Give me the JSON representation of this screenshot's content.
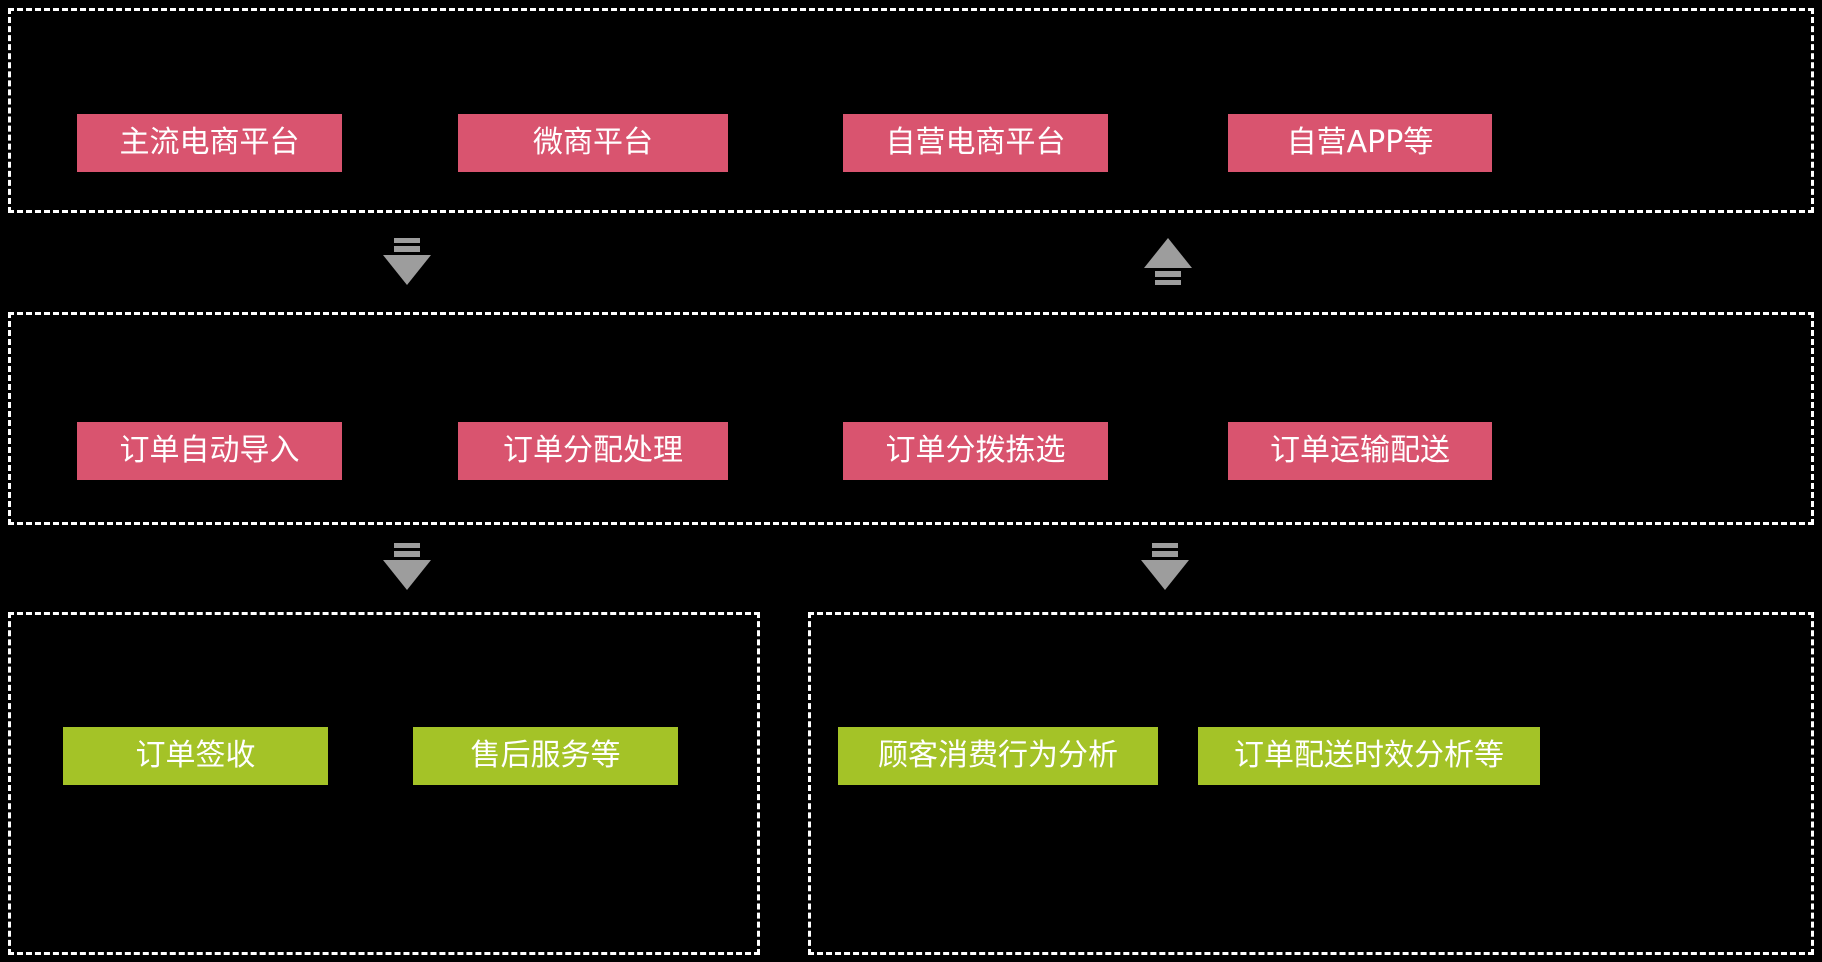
{
  "colors": {
    "background": "#000000",
    "panel_border": "#ffffff",
    "box_pink": "#d9546f",
    "box_green": "#a4c327",
    "arrow_gray": "#9d9d9d",
    "box_text": "#ffffff"
  },
  "sections": {
    "platforms": {
      "items": [
        {
          "label": "主流电商平台"
        },
        {
          "label": "微商平台"
        },
        {
          "label": "自营电商平台"
        },
        {
          "label": "自营APP等"
        }
      ]
    },
    "orders": {
      "items": [
        {
          "label": "订单自动导入"
        },
        {
          "label": "订单分配处理"
        },
        {
          "label": "订单分拨拣选"
        },
        {
          "label": "订单运输配送"
        }
      ]
    },
    "after_sales": {
      "items": [
        {
          "label": "订单签收"
        },
        {
          "label": "售后服务等"
        }
      ]
    },
    "analysis": {
      "items": [
        {
          "label": "顾客消费行为分析"
        },
        {
          "label": "订单配送时效分析等"
        }
      ]
    }
  },
  "arrows": [
    {
      "name": "platforms-to-orders",
      "direction": "down"
    },
    {
      "name": "orders-to-platforms",
      "direction": "up"
    },
    {
      "name": "orders-to-after-sales",
      "direction": "down"
    },
    {
      "name": "orders-to-analysis",
      "direction": "down"
    }
  ]
}
